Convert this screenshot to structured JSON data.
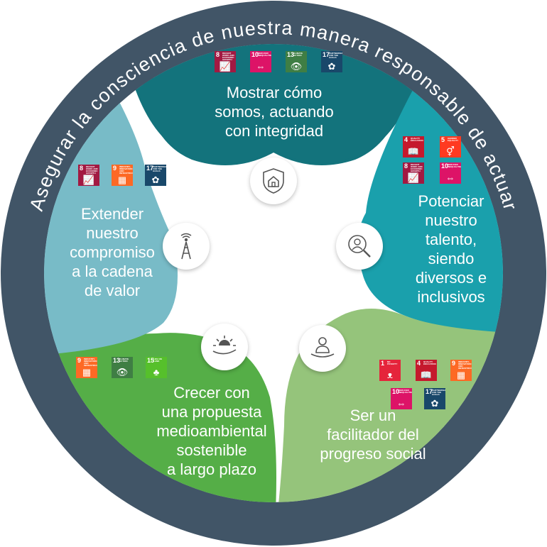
{
  "ring_text": "Asegurar la consciencia de nuestra manera responsable de actuar",
  "colors": {
    "ring": "#415567",
    "top": "#13737c",
    "right": "#1aa0ac",
    "bottom_right": "#95c47b",
    "bottom_left": "#55ae47",
    "left": "#78bbc7",
    "center": "#ffffff"
  },
  "segments": {
    "top": {
      "label": "Mostrar cómo\nsomos, actuando\ncon integridad",
      "icon": "shield-house-icon"
    },
    "right": {
      "label": "Potenciar\nnuestro\ntalento,\nsiendo\ndiversos e\ninclusivos",
      "icon": "person-magnifier-icon"
    },
    "bottom_right": {
      "label": "Ser un\nfacilitador del\nprogreso social",
      "icon": "hand-person-icon"
    },
    "bottom_left": {
      "label": "Crecer con\nuna propuesta\nmedioambiental\nsostenible\na largo plazo",
      "icon": "sun-hand-icon"
    },
    "left": {
      "label": "Extender\nnuestro\ncompromiso\na la cadena\nde valor",
      "icon": "antenna-tower-icon"
    }
  },
  "sdg_icons": {
    "top": [
      {
        "num": "8",
        "caption": "DECENT WORK AND ECONOMIC GROWTH",
        "color": "#a21942",
        "glyph": "📈"
      },
      {
        "num": "10",
        "caption": "REDUCED INEQUALITIES",
        "color": "#dd1367",
        "glyph": "⇔"
      },
      {
        "num": "13",
        "caption": "CLIMATE ACTION",
        "color": "#3f7e44",
        "glyph": "👁"
      },
      {
        "num": "17",
        "caption": "PARTNERSHIPS FOR THE GOALS",
        "color": "#19486a",
        "glyph": "✿"
      }
    ],
    "left": [
      {
        "num": "8",
        "caption": "DECENT WORK AND ECONOMIC GROWTH",
        "color": "#a21942",
        "glyph": "📈"
      },
      {
        "num": "9",
        "caption": "INDUSTRY, INNOVATION AND INFRASTRUCTURE",
        "color": "#fd6925",
        "glyph": "▦"
      },
      {
        "num": "17",
        "caption": "PARTNERSHIPS FOR THE GOALS",
        "color": "#19486a",
        "glyph": "✿"
      }
    ],
    "right": [
      {
        "num": "4",
        "caption": "QUALITY EDUCATION",
        "color": "#c5192d",
        "glyph": "📖"
      },
      {
        "num": "5",
        "caption": "GENDER EQUALITY",
        "color": "#ff3a21",
        "glyph": "⚥"
      },
      {
        "num": "8",
        "caption": "DECENT WORK AND ECONOMIC GROWTH",
        "color": "#a21942",
        "glyph": "📈"
      },
      {
        "num": "10",
        "caption": "REDUCED INEQUALITIES",
        "color": "#dd1367",
        "glyph": "⇔"
      }
    ],
    "bottom_left": [
      {
        "num": "9",
        "caption": "INDUSTRY, INNOVATION AND INFRASTRUCTURE",
        "color": "#fd6925",
        "glyph": "▦"
      },
      {
        "num": "13",
        "caption": "CLIMATE ACTION",
        "color": "#3f7e44",
        "glyph": "👁"
      },
      {
        "num": "15",
        "caption": "LIFE ON LAND",
        "color": "#56c02b",
        "glyph": "♣"
      }
    ],
    "bottom_right": [
      {
        "num": "1",
        "caption": "NO POVERTY",
        "color": "#e5243b",
        "glyph": "ᴥ"
      },
      {
        "num": "4",
        "caption": "QUALITY EDUCATION",
        "color": "#c5192d",
        "glyph": "📖"
      },
      {
        "num": "9",
        "caption": "INDUSTRY, INNOVATION AND INFRASTRUCTURE",
        "color": "#fd6925",
        "glyph": "▦"
      },
      {
        "num": "10",
        "caption": "REDUCED INEQUALITIES",
        "color": "#dd1367",
        "glyph": "⇔"
      },
      {
        "num": "17",
        "caption": "PARTNERSHIPS FOR THE GOALS",
        "color": "#19486a",
        "glyph": "✿"
      }
    ]
  }
}
